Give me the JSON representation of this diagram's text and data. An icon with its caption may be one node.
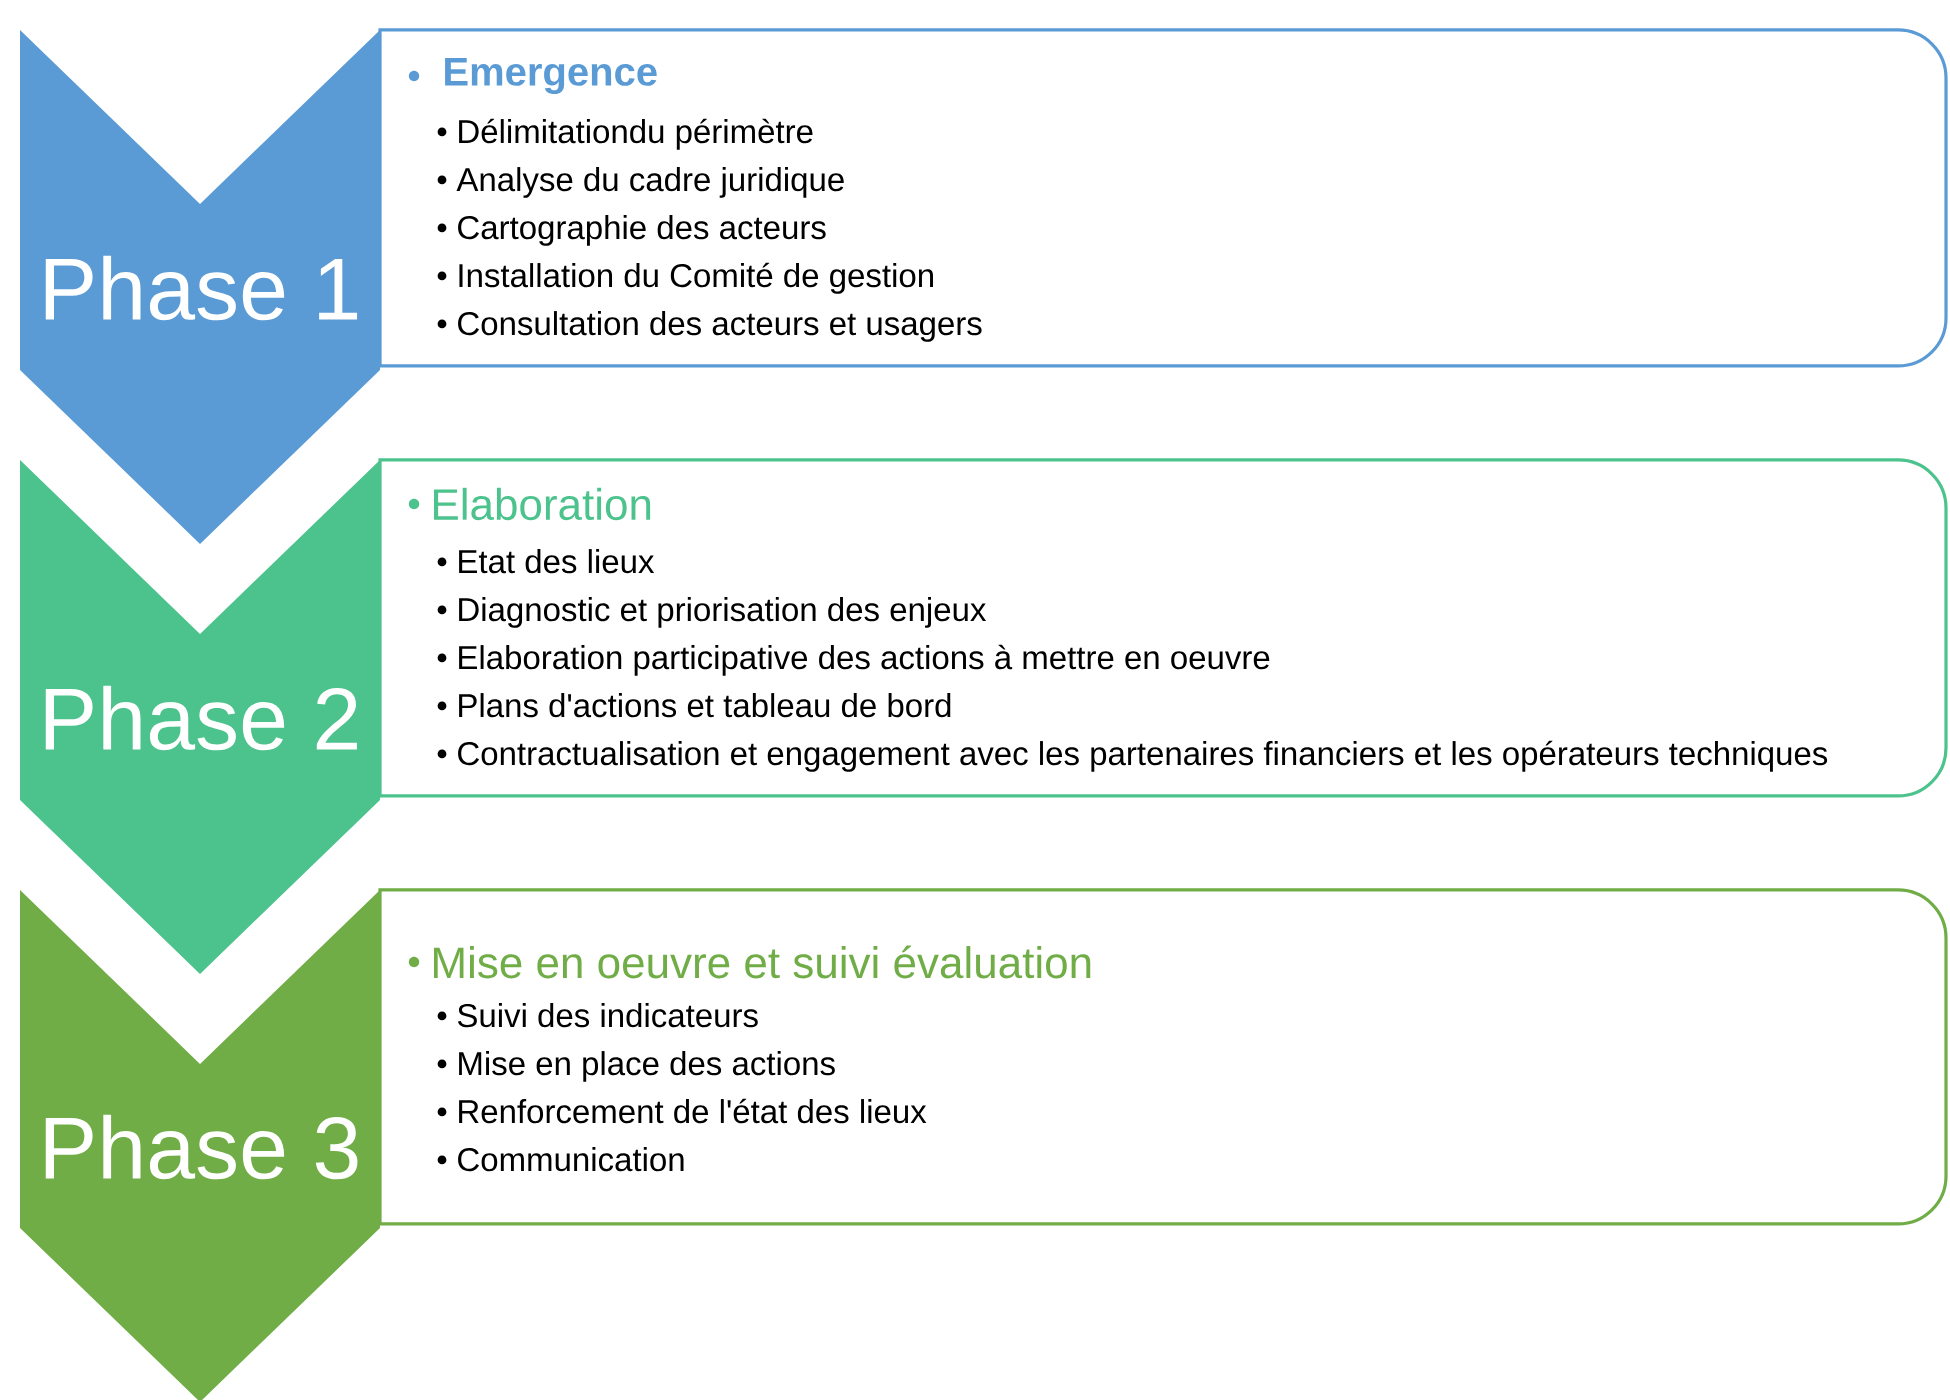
{
  "diagram": {
    "nodes": [
      {
        "text": [
          "Phase 1"
        ]
      },
      {
        "text": [
          "Emergence",
          "Délimitationdu périmètre",
          "Analyse du cadre juridique",
          "Cartographie des acteurs",
          "Installation du Comité de gestion",
          "Consultation des acteurs et usagers"
        ]
      },
      {
        "text": [
          "Phase 2"
        ]
      },
      {
        "text": [
          "Elaboration",
          "Etat des lieux",
          "Diagnostic et priorisation des enjeux",
          "Elaboration participative des actions à mettre en oeuvre",
          "Plans d'actions et tableau de bord",
          "Contractualisation et engagement avec les partenaires financiers et les opérateurs techniques"
        ]
      },
      {
        "text": [
          "Phase 3"
        ]
      },
      {
        "text": [
          "Mise en oeuvre et suivi évaluation",
          "Suivi des indicateurs",
          "Mise en place des actions",
          "Renforcement de l'état des lieux",
          "Communication"
        ]
      }
    ]
  }
}
